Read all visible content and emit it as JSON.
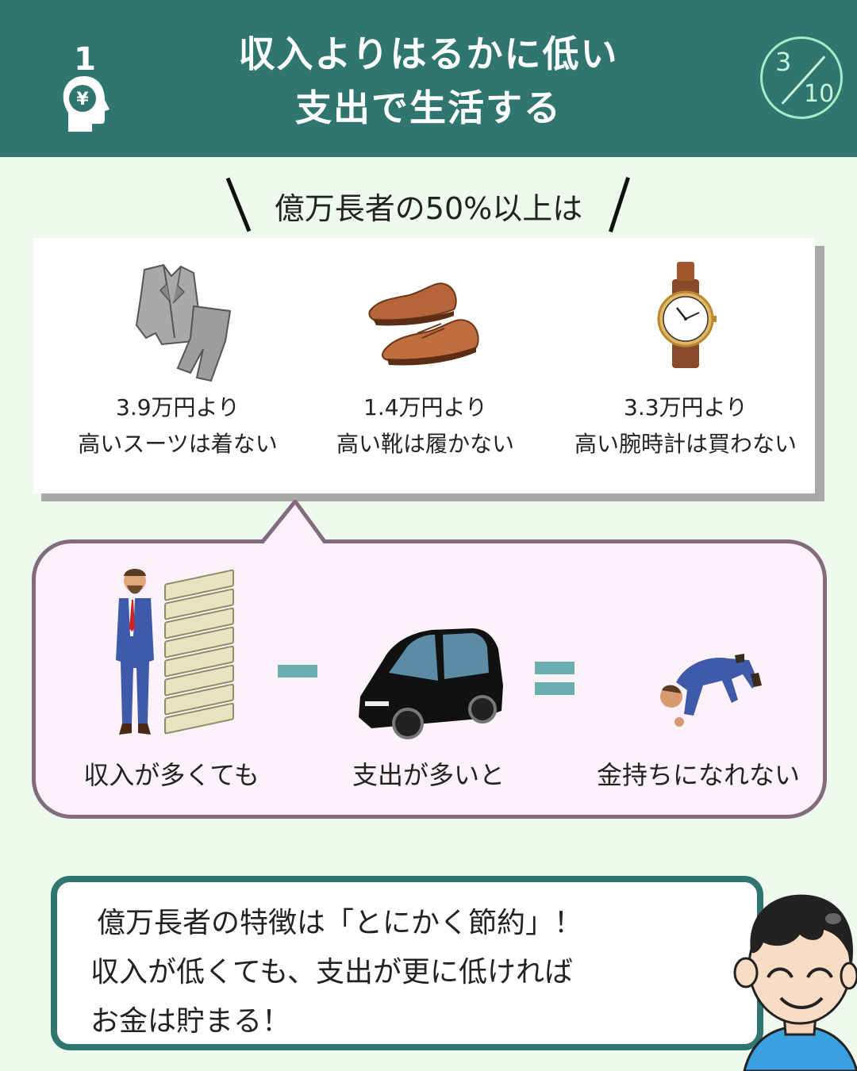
{
  "header": {
    "step_number": "1",
    "title_line1": "収入よりはるかに低い",
    "title_line2": "支出で生活する",
    "page_current": "3",
    "page_total": "10"
  },
  "section": {
    "heading": "億万長者の50%以上は"
  },
  "items": [
    {
      "icon": "suit-icon",
      "price": "3.9万円より",
      "desc": "高いスーツは着ない"
    },
    {
      "icon": "shoes-icon",
      "price": "1.4万円より",
      "desc": "高い靴は履かない"
    },
    {
      "icon": "watch-icon",
      "price": "3.3万円より",
      "desc": "高い腕時計は買わない"
    }
  ],
  "equation": {
    "income_label": "収入が多くても",
    "expense_label": "支出が多いと",
    "result_label": "金持ちになれない",
    "income_icon": "rich-man-with-money-icon",
    "expense_icon": "car-icon",
    "result_icon": "kneeling-man-icon"
  },
  "note": {
    "line1": "億万長者の特徴は「とにかく節約」！",
    "line2": "収入が低くても、支出が更に低ければ",
    "line3": "お金は貯まる！"
  },
  "colors": {
    "header_bg": "#2f7670",
    "page_bg": "#eefaee",
    "bubble_bg": "#fdf2fa",
    "bubble_border": "#846a7e",
    "operator": "#6aaeb0"
  }
}
